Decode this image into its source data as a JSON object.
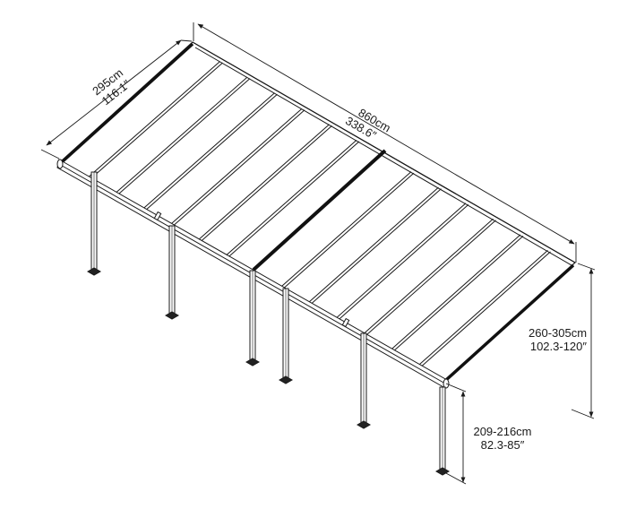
{
  "diagram": {
    "subject": "Patio cover / pergola with polycarbonate roof panels (isometric technical drawing)",
    "colors": {
      "line": "#1a1a1a",
      "background": "#ffffff",
      "divider_beam": "#111111"
    },
    "roof_panels_count": 14,
    "posts_count": 6
  },
  "dimensions": {
    "depth": {
      "cm": "295cm",
      "inch": "116.1″"
    },
    "length": {
      "cm": "860cm",
      "inch": "338.6″"
    },
    "wall_height": {
      "cm": "260-305cm",
      "inch": "102.3-120″"
    },
    "post_height": {
      "cm": "209-216cm",
      "inch": "82.3-85″"
    }
  }
}
